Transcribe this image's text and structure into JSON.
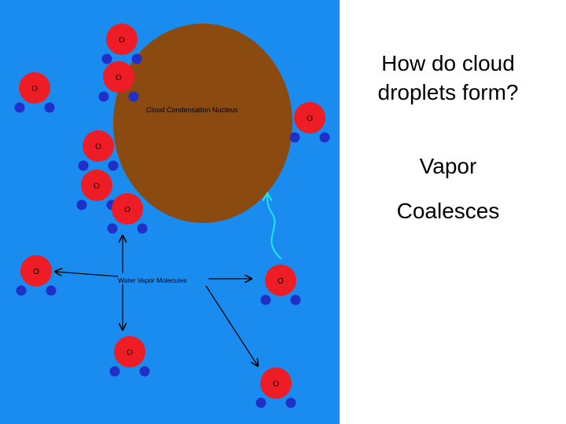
{
  "slide": {
    "title": "How do cloud droplets form?",
    "word_1": "Vapor",
    "word_2": "Coalesces"
  },
  "diagram": {
    "nucleus_label": "Cloud Condensation Nucleus",
    "molecule_label": "Water Vapor Molecules",
    "oxygen_symbol": "O",
    "colors": {
      "background": "#1a8cf0",
      "nucleus": "#8b4a10",
      "oxygen": "#ee1c24",
      "hydrogen": "#1f2fc8",
      "motion_arrow": "#22e6e6"
    }
  }
}
